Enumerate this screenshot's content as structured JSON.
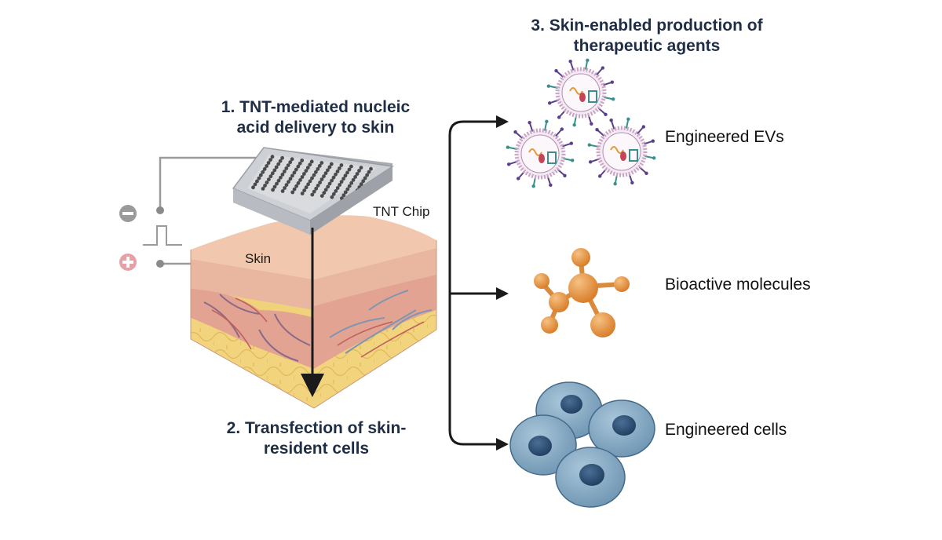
{
  "steps": {
    "step1": [
      "1. TNT-mediated nucleic",
      "acid delivery to skin"
    ],
    "step2": [
      "2. Transfection of skin-",
      "resident cells"
    ],
    "step3": [
      "3. Skin-enabled production of",
      "therapeutic agents"
    ]
  },
  "labels": {
    "chip": "TNT Chip",
    "skin": "Skin"
  },
  "outputs": {
    "evs": "Engineered EVs",
    "molecules": "Bioactive molecules",
    "cells": "Engineered cells"
  },
  "polarity": {
    "negative": "−",
    "positive": "+"
  },
  "colors": {
    "title": "#1f2d45",
    "arrow": "#1a1a1a",
    "chip": "#b8bcc2",
    "skin_top": "#f1c8ad",
    "dermis": "#e3a392",
    "fat": "#f0d27a",
    "molecule": "#e89a45",
    "cell": "#7fa5c0",
    "nucleus": "#2e4f72",
    "ev_membrane": "#c9a4c4",
    "circuit": "#9a9a9a",
    "negative_terminal": "#9a9a9a",
    "positive_terminal": "#e8a0a6"
  },
  "icons": [
    "tnt-chip-icon",
    "skin-block-icon",
    "vesicle-icon",
    "molecule-icon",
    "cell-icon",
    "minus-terminal-icon",
    "plus-terminal-icon"
  ]
}
